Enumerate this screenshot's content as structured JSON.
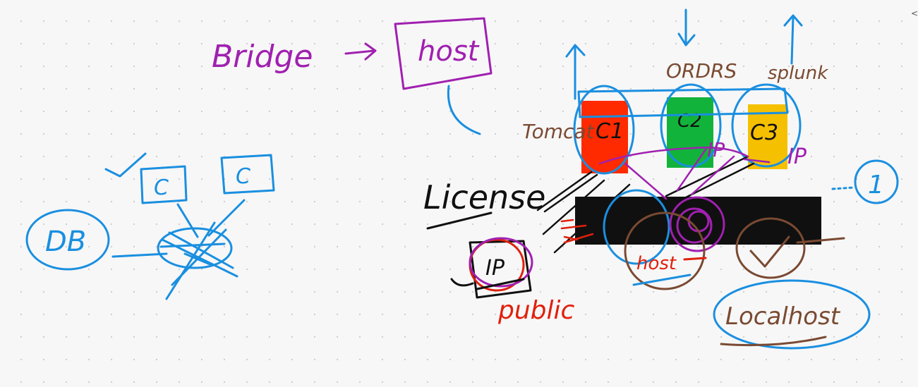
{
  "labels": {
    "bridge": "Bridge",
    "host_box": "host",
    "c1": "C1",
    "c2": "C2",
    "c3": "C3",
    "tomcat": "Tomcat",
    "orders": "ORDRS",
    "splunk": "splunk",
    "ip_c2": "IP",
    "ip_c3": "IP",
    "license": "License",
    "ip_public": "IP",
    "public": "public",
    "host_bottom": "host",
    "localhost": "Localhost",
    "one": "1",
    "db": "DB",
    "c_left": "C",
    "c_right": "C"
  },
  "colors": {
    "purple": "#a020b0",
    "blue": "#1a8fe0",
    "brown": "#7a4a32",
    "red": "#e0200c",
    "black": "#101010",
    "container_red": "#ff2a00",
    "container_green": "#12b33a",
    "container_yellow": "#f5c000"
  },
  "edge_mark": "<"
}
